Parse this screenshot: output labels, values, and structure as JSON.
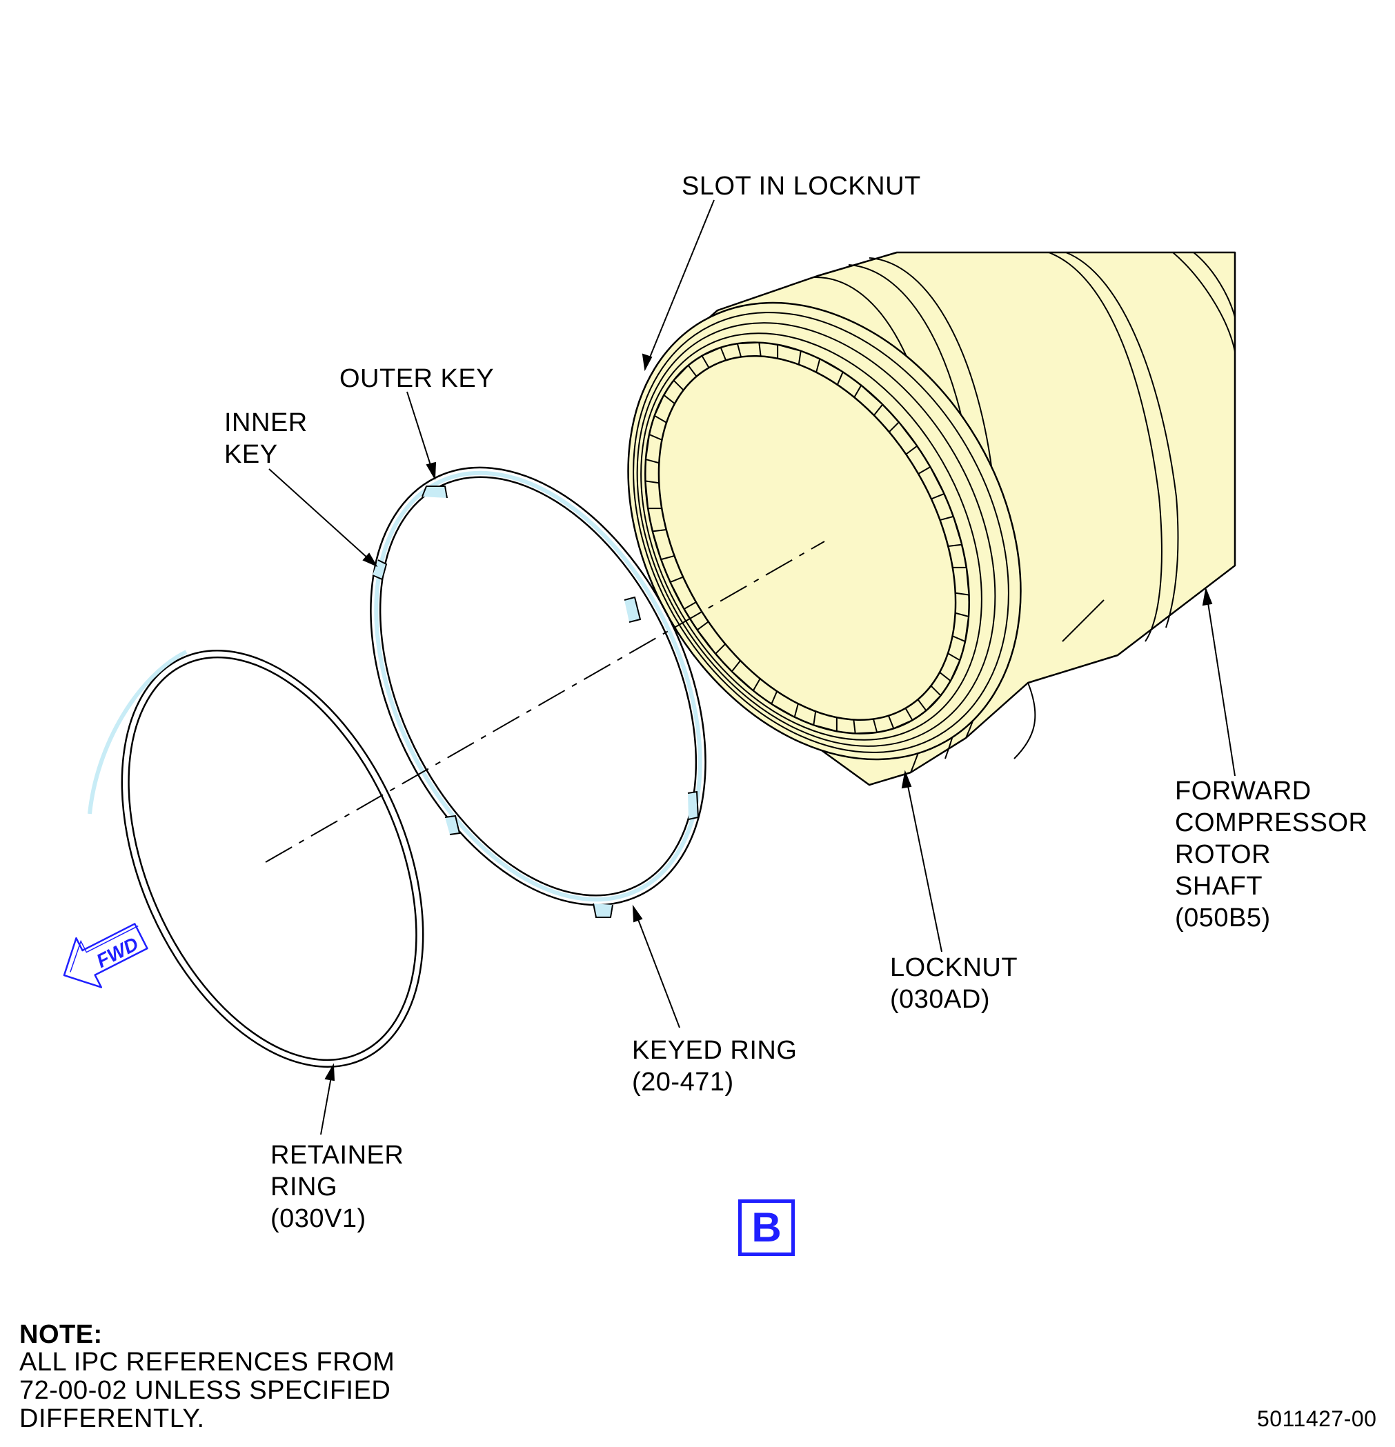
{
  "labels": {
    "slot_in_locknut": "SLOT IN LOCKNUT",
    "outer_key": "OUTER KEY",
    "inner_key": "INNER\nKEY",
    "forward_compressor_rotor_shaft": "FORWARD\nCOMPRESSOR\nROTOR\nSHAFT\n(050B5)",
    "locknut": "LOCKNUT\n(030AD)",
    "keyed_ring": "KEYED RING\n(20-471)",
    "retainer_ring": "RETAINER\nRING\n(030V1)"
  },
  "view_marker": "B",
  "fwd_arrow": "FWD",
  "note": {
    "title": "NOTE:",
    "body": "ALL IPC REFERENCES FROM\n72-00-02 UNLESS SPECIFIED\nDIFFERENTLY."
  },
  "figure_number": "5011427-00",
  "colors": {
    "shaft_fill": "#fbf8c8",
    "ring_fill": "#c8ecf6",
    "view_marker": "#1f1fff",
    "fwd_arrow": "#1f1fff",
    "line": "#000000"
  }
}
